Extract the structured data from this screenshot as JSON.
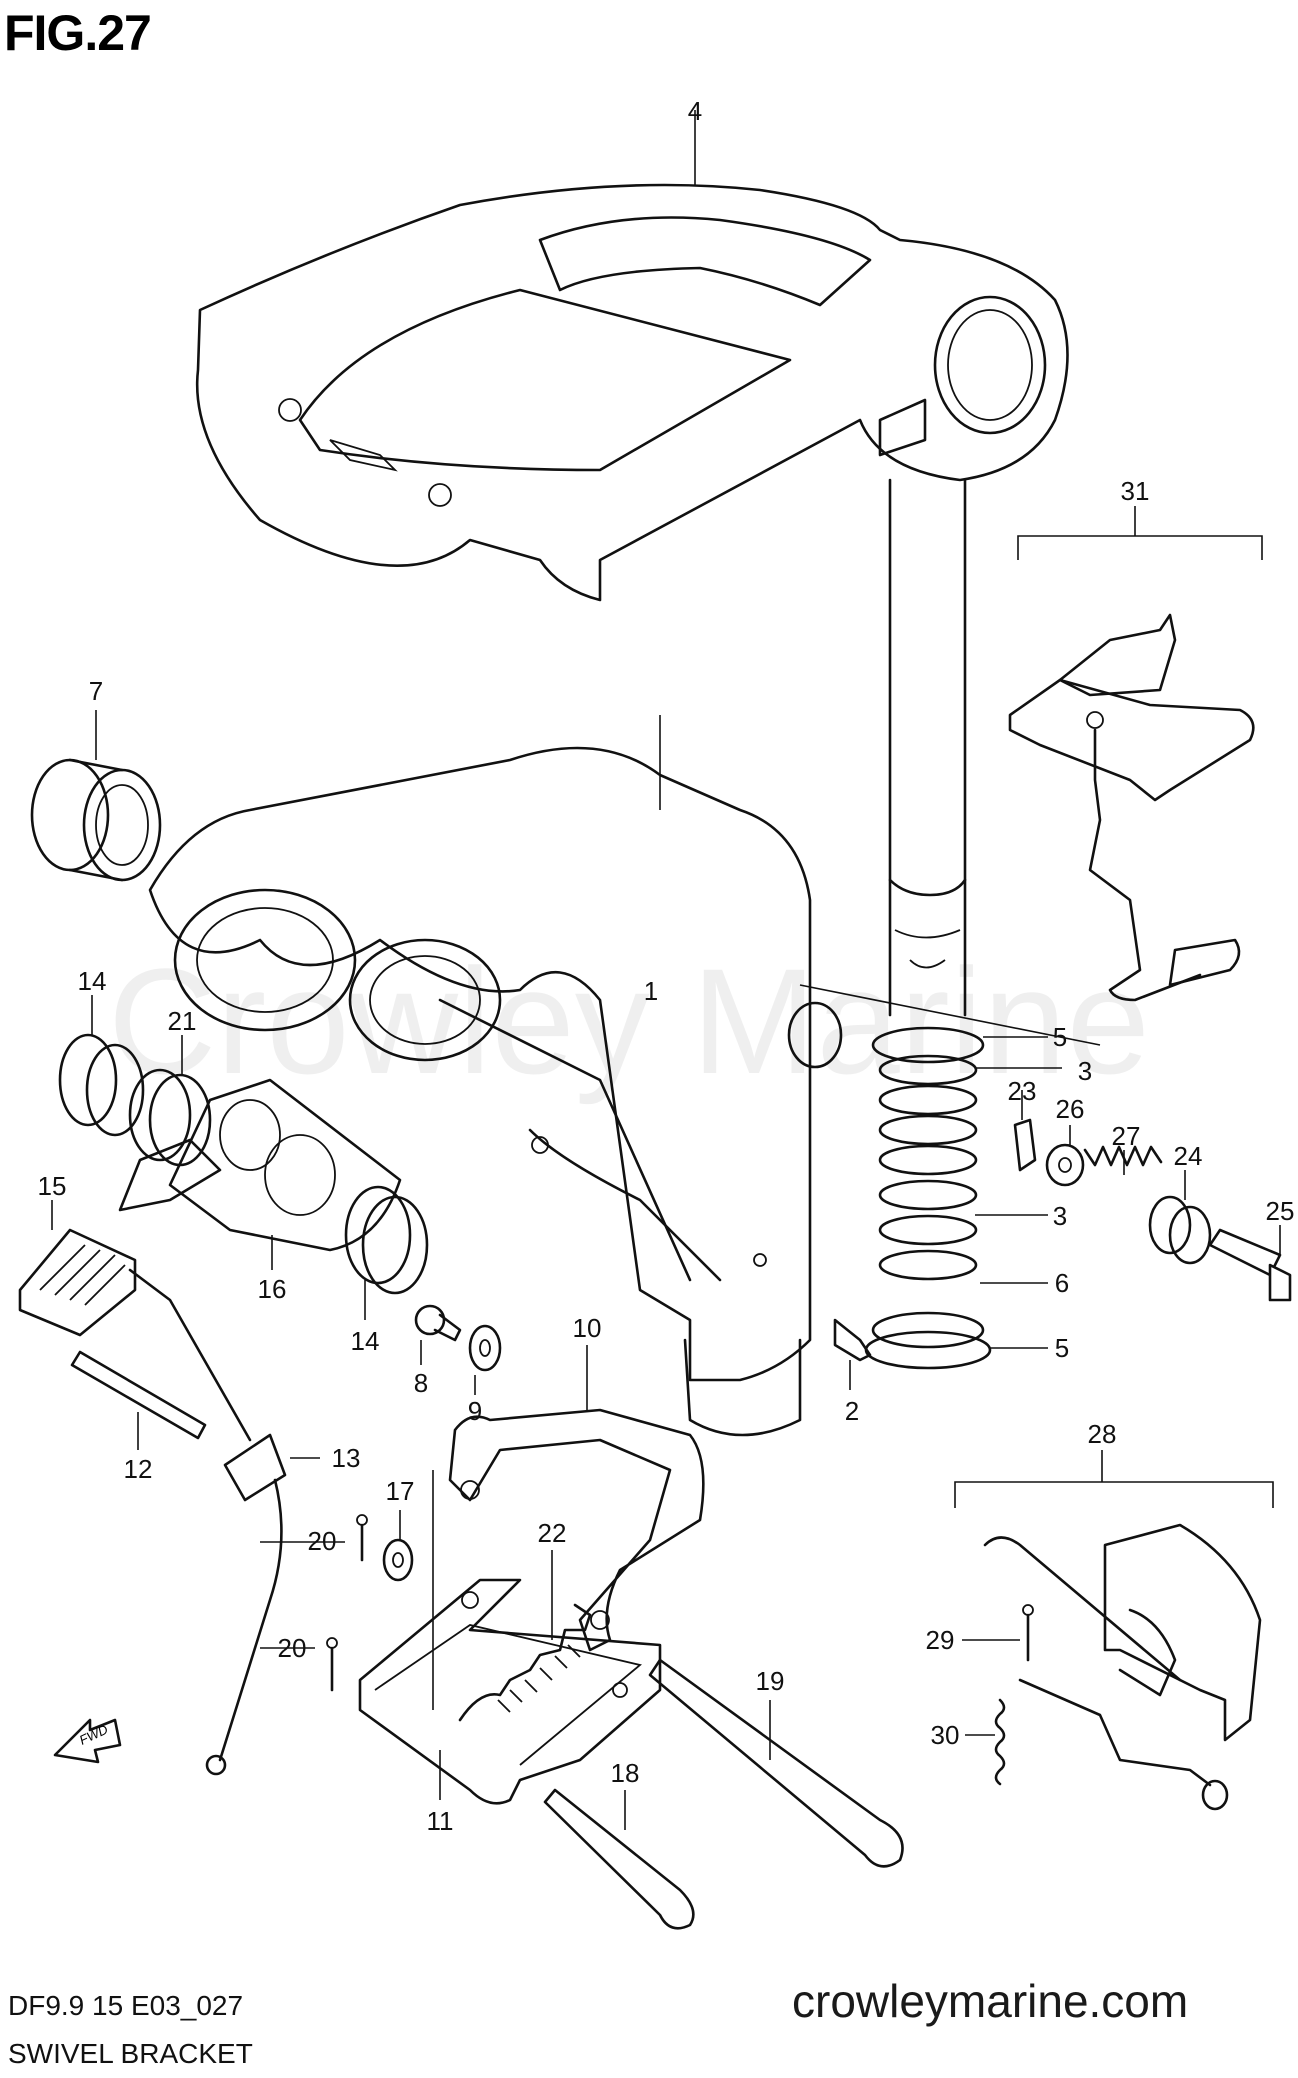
{
  "figure": {
    "title": "FIG.27",
    "code": "DF9.9 15 E03_027",
    "subtitle": "SWIVEL BRACKET",
    "website": "crowleymarine.com",
    "watermark": "Crowley Marine",
    "fwd_label": "FWD"
  },
  "part_numbers": [
    "1",
    "2",
    "3",
    "3",
    "4",
    "5",
    "5",
    "6",
    "7",
    "8",
    "9",
    "10",
    "11",
    "12",
    "13",
    "14",
    "14",
    "15",
    "16",
    "17",
    "18",
    "19",
    "20",
    "20",
    "21",
    "22",
    "23",
    "24",
    "25",
    "26",
    "27",
    "28",
    "29",
    "30",
    "31"
  ]
}
